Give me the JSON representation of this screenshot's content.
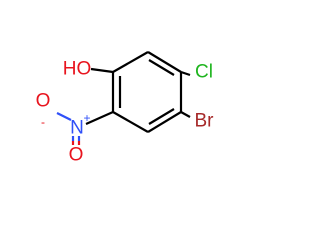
{
  "molecule": {
    "atoms": {
      "hydroxyl": "HO",
      "chlorine": "Cl",
      "bromine": "Br",
      "nitro_nitrogen": "N",
      "nitro_charge_pos": "+",
      "nitro_oxygen_single": "O",
      "nitro_charge_neg": "-",
      "nitro_oxygen_double": "O"
    },
    "colors": {
      "carbon_bond": "#000000",
      "oxygen": "#e8141e",
      "nitrogen": "#3050f8",
      "chlorine": "#1fb51f",
      "bromine": "#a62929"
    }
  }
}
